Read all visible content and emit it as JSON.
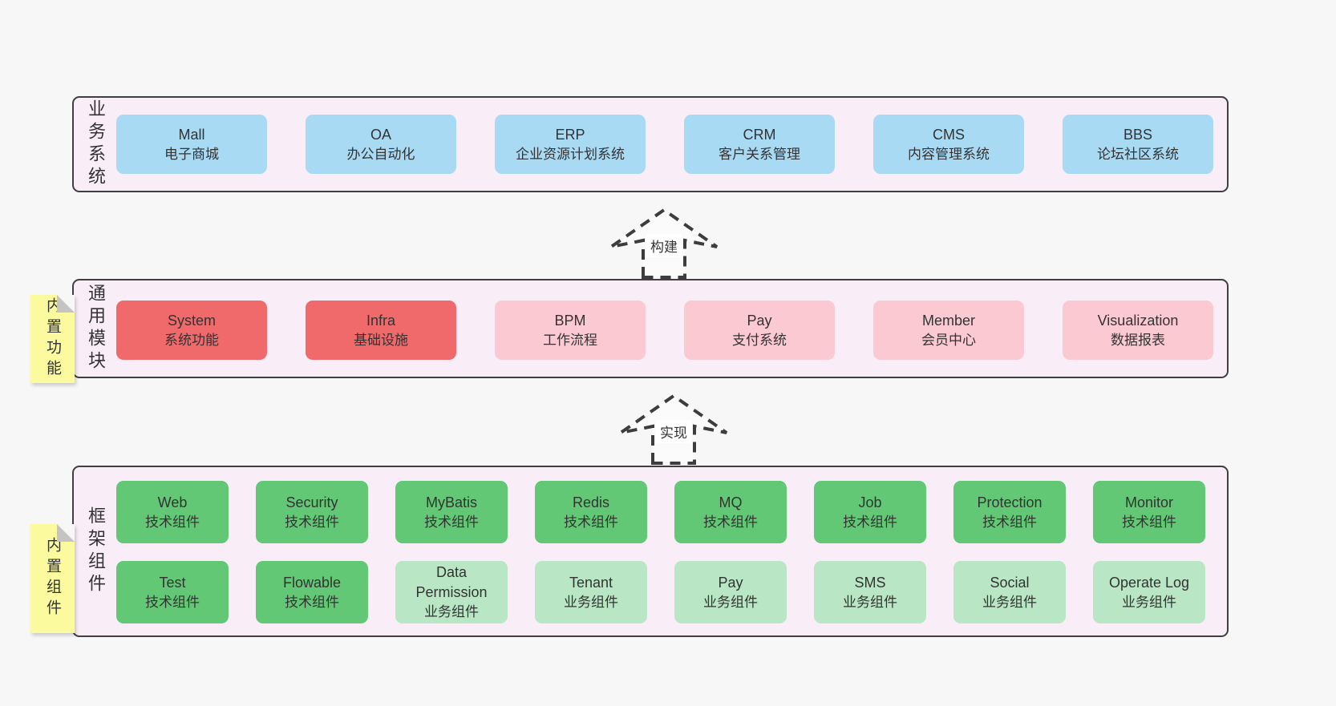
{
  "colors": {
    "page_bg": "#f7f7f7",
    "band_bg": "#f9eef8",
    "band_border": "#3f3f3f",
    "blue_box": "#a8daf4",
    "red_box": "#f0696b",
    "pink_box": "#fbc9d2",
    "green_box": "#63c875",
    "light_green_box": "#b9e6c4",
    "sticky_yellow": "#fbfa9f",
    "text": "#333333"
  },
  "bands": {
    "business": {
      "label": "业务系统",
      "boxes": [
        {
          "title": "Mall",
          "subtitle": "电子商城"
        },
        {
          "title": "OA",
          "subtitle": "办公自动化"
        },
        {
          "title": "ERP",
          "subtitle": "企业资源计划系统"
        },
        {
          "title": "CRM",
          "subtitle": "客户关系管理"
        },
        {
          "title": "CMS",
          "subtitle": "内容管理系统"
        },
        {
          "title": "BBS",
          "subtitle": "论坛社区系统"
        }
      ]
    },
    "modules": {
      "label": "通用模块",
      "sticky": "内置功能",
      "boxes": [
        {
          "title": "System",
          "subtitle": "系统功能",
          "variant": "red"
        },
        {
          "title": "Infra",
          "subtitle": "基础设施",
          "variant": "red"
        },
        {
          "title": "BPM",
          "subtitle": "工作流程",
          "variant": "pink"
        },
        {
          "title": "Pay",
          "subtitle": "支付系统",
          "variant": "pink"
        },
        {
          "title": "Member",
          "subtitle": "会员中心",
          "variant": "pink"
        },
        {
          "title": "Visualization",
          "subtitle": "数据报表",
          "variant": "pink"
        }
      ]
    },
    "components": {
      "label": "框架组件",
      "sticky": "内置组件",
      "row1": [
        {
          "title": "Web",
          "subtitle": "技术组件",
          "variant": "green"
        },
        {
          "title": "Security",
          "subtitle": "技术组件",
          "variant": "green"
        },
        {
          "title": "MyBatis",
          "subtitle": "技术组件",
          "variant": "green"
        },
        {
          "title": "Redis",
          "subtitle": "技术组件",
          "variant": "green"
        },
        {
          "title": "MQ",
          "subtitle": "技术组件",
          "variant": "green"
        },
        {
          "title": "Job",
          "subtitle": "技术组件",
          "variant": "green"
        },
        {
          "title": "Protection",
          "subtitle": "技术组件",
          "variant": "green"
        },
        {
          "title": "Monitor",
          "subtitle": "技术组件",
          "variant": "green"
        }
      ],
      "row2": [
        {
          "title": "Test",
          "subtitle": "技术组件",
          "variant": "green"
        },
        {
          "title": "Flowable",
          "subtitle": "技术组件",
          "variant": "green"
        },
        {
          "title": "Data Permission",
          "subtitle": "业务组件",
          "variant": "lightgreen"
        },
        {
          "title": "Tenant",
          "subtitle": "业务组件",
          "variant": "lightgreen"
        },
        {
          "title": "Pay",
          "subtitle": "业务组件",
          "variant": "lightgreen"
        },
        {
          "title": "SMS",
          "subtitle": "业务组件",
          "variant": "lightgreen"
        },
        {
          "title": "Social",
          "subtitle": "业务组件",
          "variant": "lightgreen"
        },
        {
          "title": "Operate Log",
          "subtitle": "业务组件",
          "variant": "lightgreen"
        }
      ]
    }
  },
  "arrows": {
    "build": "构建",
    "implement": "实现"
  }
}
